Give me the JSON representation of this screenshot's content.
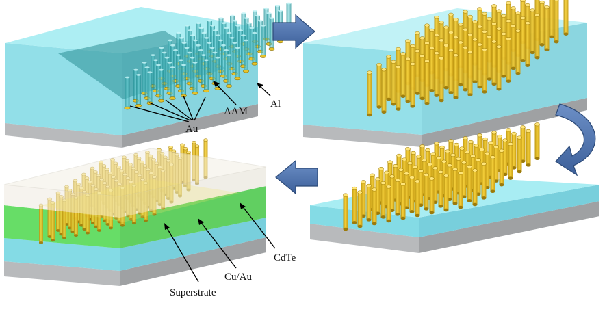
{
  "labels": {
    "au": "Au",
    "aam": "AAM",
    "al": "Al",
    "superstrate": "Superstrate",
    "cu_au": "Cu/Au",
    "cdte": "CdTe"
  },
  "colors": {
    "aam_top": "#9ce8ef",
    "aam_side": "#86d9e4",
    "aam_front": "#78cfdc",
    "al_side": "#9fa1a3",
    "al_front": "#b8babc",
    "rod_light": "#f4cf3a",
    "rod_dark": "#b9930f",
    "rod_top": "#ffe57a",
    "cdte_green": "#38d338",
    "superstrate": "#f0efe6",
    "arrow_fill": "#4a6fa8",
    "arrow_stroke": "#2c4a78"
  },
  "icons": {
    "arrow_right": "arrow-right-icon",
    "arrow_left": "arrow-left-icon",
    "arrow_curved": "curved-arrow-icon"
  }
}
